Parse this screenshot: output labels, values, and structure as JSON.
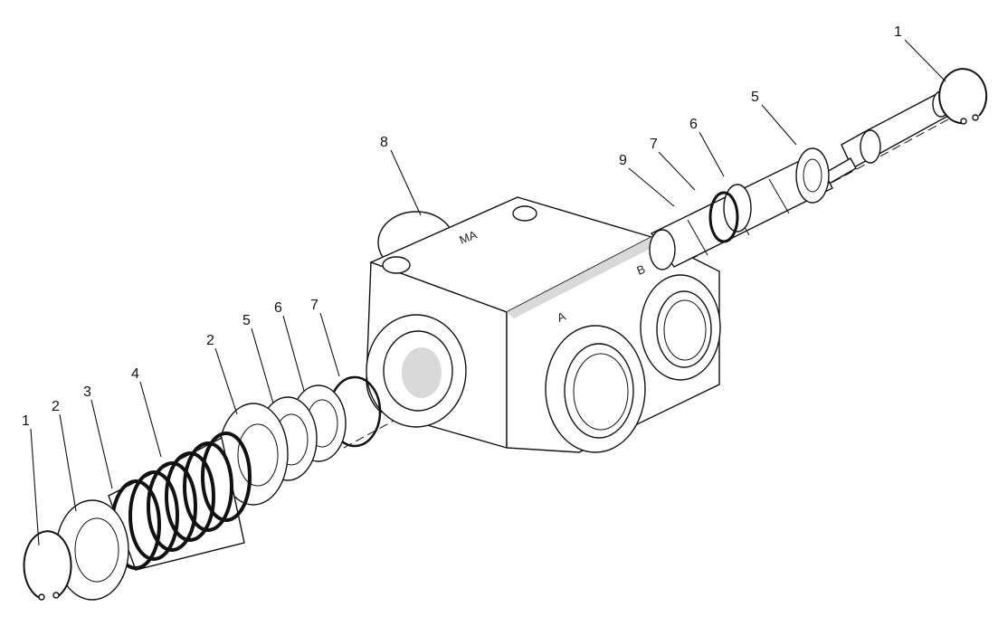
{
  "callouts": {
    "c1_right": "1",
    "c5_right": "5",
    "c6_right": "6",
    "c7_right": "7",
    "c9": "9",
    "c8": "8",
    "c2_mid": "2",
    "c5_left": "5",
    "c6_left": "6",
    "c7_left": "7",
    "c4": "4",
    "c3": "3",
    "c2_left": "2",
    "c1_left": "1"
  },
  "body_marks": {
    "top_mark": "MA",
    "port_a": "A",
    "port_b": "B"
  }
}
